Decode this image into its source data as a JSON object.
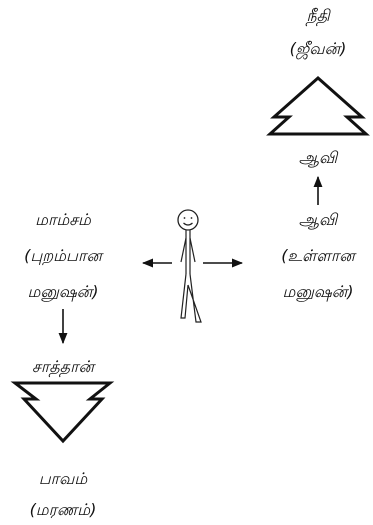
{
  "labels": {
    "top_title": "நீதி",
    "top_subtitle": "(ஜீவன்)",
    "spirit_upper": "ஆவி",
    "right_title": "ஆவி",
    "right_line2": "(உள்ளான",
    "right_line3": "மனுஷன்)",
    "left_title": "மாம்சம்",
    "left_line2": "(புறம்பான",
    "left_line3": "மனுஷன்)",
    "satan": "சாத்தான்",
    "bottom_title": "பாவம்",
    "bottom_subtitle": "(மரணம்)"
  },
  "icons": {
    "person": "stick-figure-icon",
    "up_shape": "upward-tree-arrow-icon",
    "down_shape": "downward-tree-arrow-icon"
  },
  "colors": {
    "ink": "#111111",
    "background": "#ffffff"
  }
}
